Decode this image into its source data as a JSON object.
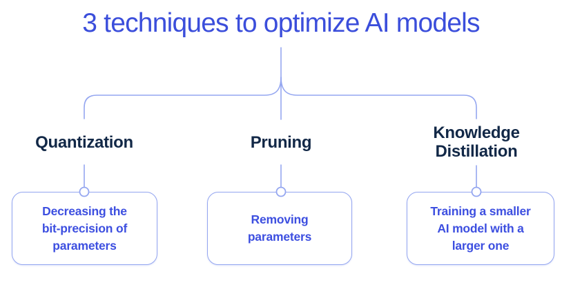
{
  "colors": {
    "title-blue": "#3b4edb",
    "label-navy": "#122847",
    "box-text-blue": "#3d4fe0",
    "line-blue": "#94a6f0",
    "node-fill": "#ffffff",
    "background": "#ffffff"
  },
  "diagram": {
    "title": "3 techniques to optimize AI models",
    "branches": [
      {
        "label": "Quantization",
        "description": "Decreasing the\nbit-precision of\nparameters"
      },
      {
        "label": "Pruning",
        "description": "Removing\nparameters"
      },
      {
        "label": "Knowledge\nDistillation",
        "description": "Training a smaller\nAI model with a\nlarger one"
      }
    ]
  }
}
